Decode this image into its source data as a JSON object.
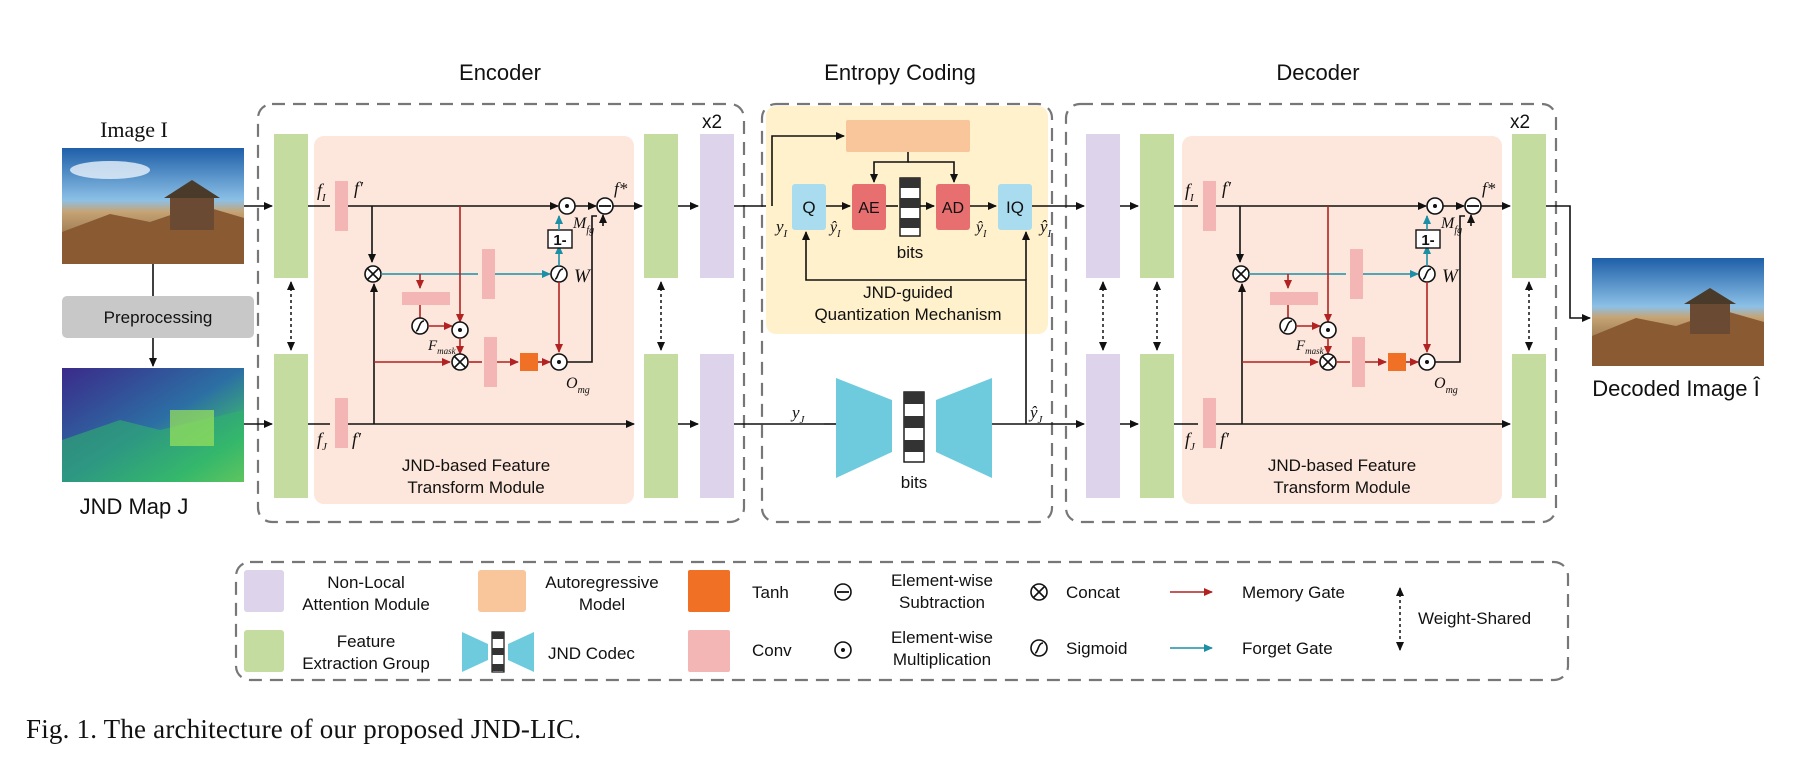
{
  "sections": {
    "encoder": "Encoder",
    "entropy": "Entropy Coding",
    "decoder": "Decoder"
  },
  "repeat": {
    "enc": "x2",
    "dec": "x2"
  },
  "inputs": {
    "image": "Image I",
    "preprocessing": "Preprocessing",
    "jnd_map": "JND Map J",
    "decoded": "Decoded Image Î"
  },
  "module": {
    "line1": "JND-based  Feature",
    "line2": "Transform Module",
    "dline1": "JND-based Feature",
    "dline2": "Transform Module"
  },
  "symbols": {
    "fI": "f",
    "fI_sub": "I",
    "fIp": "f′",
    "fJ": "f",
    "fJ_sub": "J",
    "fJp": "f′",
    "fIstar": "f*",
    "Mfg": "M",
    "Mfg_sub": "fg",
    "W": "W",
    "Fmask": "F",
    "Fmask_sub": "mask",
    "Omg": "O",
    "Omg_sub": "mg",
    "one_minus": "1-"
  },
  "entropy": {
    "Q": "Q",
    "AE": "AE",
    "AD": "AD",
    "IQ": "IQ",
    "bits1": "bits",
    "bits2": "bits",
    "yI": "y",
    "yI_sub": "I",
    "yhat_q1": "ŷ",
    "yhat_q2": "ŷ",
    "q_sub": "I",
    "yhat": "ŷ",
    "yJ": "y",
    "yJ_sub": "J",
    "yhatJ": "ŷ",
    "qm_line1": "JND-guided",
    "qm_line2": "Quantization Mechanism"
  },
  "legend": {
    "nonlocal_1": "Non-Local",
    "nonlocal_2": "Attention Module",
    "feature_1": "Feature",
    "feature_2": "Extraction Group",
    "auto_1": "Autoregressive",
    "auto_2": "Model",
    "codec": "JND Codec",
    "tanh": "Tanh",
    "conv": "Conv",
    "sub_1": "Element-wise",
    "sub_2": "Subtraction",
    "mul_1": "Element-wise",
    "mul_2": "Multiplication",
    "concat": "Concat",
    "sigmoid": "Sigmoid",
    "memory": "Memory Gate",
    "forget": "Forget Gate",
    "shared": "Weight-Shared"
  },
  "caption": "Fig. 1.    The architecture of our proposed JND-LIC.",
  "colors": {
    "feature": "#c5dca0",
    "nonlocal": "#ddd3ea",
    "conv": "#f4b6b4",
    "tanh": "#f07026",
    "autoregressive": "#f9c59a",
    "ae": "#e86f6f",
    "q": "#a9dcef",
    "codec": "#6ecbdd",
    "module_bg": "#fde6db",
    "entropy_bg": "#fff1cc",
    "memory": "#b22222",
    "forget": "#1b8fa6"
  }
}
